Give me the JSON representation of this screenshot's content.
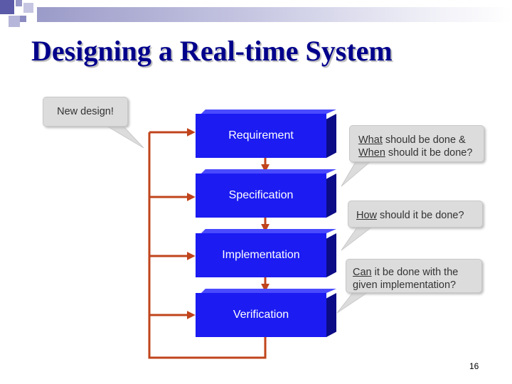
{
  "slide": {
    "title": "Designing a Real-time System",
    "page_number": "16"
  },
  "stages": [
    {
      "label": "Requirement"
    },
    {
      "label": "Specification"
    },
    {
      "label": "Implementation"
    },
    {
      "label": "Verification"
    }
  ],
  "callouts": {
    "new_design": {
      "text": "New design!"
    },
    "requirement": {
      "w1": "What",
      "r1": " should be done &",
      "w2": "When",
      "r2": " should it be done?"
    },
    "specification": {
      "w1": "How",
      "r1": " should it be done?"
    },
    "implementation": {
      "w1": "Can",
      "r1": " it be done with the",
      "line2": "given implementation?"
    }
  },
  "colors": {
    "title": "#00008b",
    "stage_fill": "#1b1bf2",
    "arrow": "#c0441c",
    "callout_bg": "#dcdcdc"
  }
}
